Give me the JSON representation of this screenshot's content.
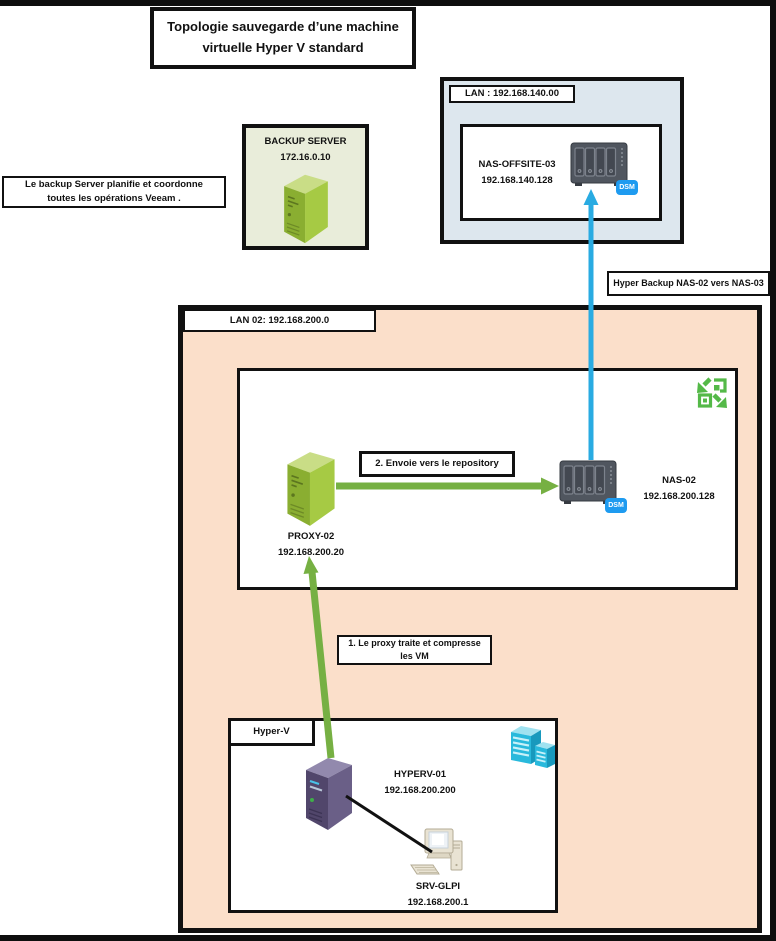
{
  "title": {
    "line1": "Topologie sauvegarde d’une machine",
    "line2": "virtuelle Hyper V standard"
  },
  "backup_note": {
    "line1": "Le backup Server planifie et coordonne",
    "line2": "toutes les opérations Veeam ."
  },
  "backup_server": {
    "title": "BACKUP SERVER",
    "ip": "172.16.0.10"
  },
  "offsite_lan": {
    "label": "LAN : 192.168.140.00",
    "nas_name": "NAS-OFFSITE-03",
    "nas_ip": "192.168.140.128",
    "dsm_badge": "DSM"
  },
  "hyper_backup_label": "Hyper Backup NAS-02 vers NAS-03",
  "lan02": {
    "label": "LAN 02: 192.168.200.0"
  },
  "proxy": {
    "name": "PROXY-02",
    "ip": "192.168.200.20"
  },
  "nas02": {
    "name": "NAS-02",
    "ip": "192.168.200.128",
    "dsm_badge": "DSM"
  },
  "step2_label": "2. Envoie vers le repository",
  "step1_label": {
    "line1": "1. Le proxy traite et compresse",
    "line2": "les VM"
  },
  "hyperv": {
    "label": "Hyper-V",
    "host_name": "HYPERV-01",
    "host_ip": "192.168.200.200",
    "vm_name": "SRV-GLPI",
    "vm_ip": "192.168.200.1"
  },
  "colors": {
    "arrow_green": "#76b043",
    "arrow_blue": "#29abe2",
    "lan_orange_bg": "#fbdfca",
    "lan_blue_bg": "#dde7ee",
    "backup_bg": "#e9edda",
    "dsm_blue": "#1e9bf0",
    "icon_green": "#9aba37",
    "icon_purple": "#51466b",
    "icon_teal": "#29b9dc",
    "nas_gray": "#50565f"
  },
  "icons": {
    "backup_server": "green-tower-server-icon",
    "proxy": "green-tower-server-icon",
    "nas": "synology-nas-icon",
    "compression": "compression-qr-icon",
    "hyperv_host": "purple-tower-server-icon",
    "vm_racks": "teal-rack-servers-icon",
    "workstation": "desktop-computer-icon"
  }
}
